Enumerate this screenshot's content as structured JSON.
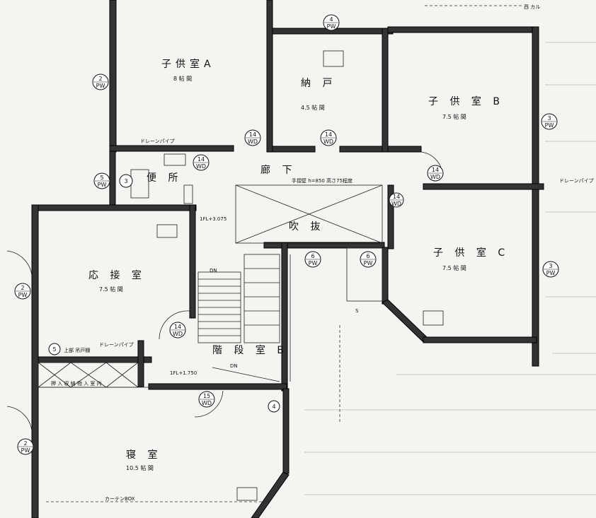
{
  "rooms": {
    "child_a": {
      "name": "子供室A",
      "size": "8 帖 間"
    },
    "storage": {
      "name": "納 戸",
      "size": "4.5 帖 間"
    },
    "child_b": {
      "name": "子 供 室 B",
      "size": "7.5 帖 間"
    },
    "corridor": {
      "name": "廊 下"
    },
    "toilet": {
      "name": "便 所"
    },
    "void": {
      "name": "吹 抜"
    },
    "child_c": {
      "name": "子 供 室 C",
      "size": "7.5 帖 間"
    },
    "reception": {
      "name": "応 接 室",
      "size": "7.5 帖 間"
    },
    "stair_b": {
      "name": "階 段 室 B"
    },
    "bedroom": {
      "name": "寝 室",
      "size": "10.5 帖 間"
    }
  },
  "notes": {
    "drain_pipe_1": "ドレーンパイプ",
    "drain_pipe_2": "ドレーンパイプ",
    "drain_pipe_3": "ドレーンパイプ",
    "level_1": "1FL+3.075",
    "level_2": "1FL+1.750",
    "corridor_note": "手摺壁 h=850 高さ75程度",
    "closet_top": "上部 吊戸棚",
    "closet_row": "押 入  収 納 物 入  室 内",
    "curtain_box": "カーテンBOX",
    "top_right": "西 カル",
    "dn_1": "DN",
    "dn_2": "DN",
    "up_mark": "S"
  },
  "markers": [
    {
      "num": "2",
      "code": "PW"
    },
    {
      "num": "4",
      "code": "PW"
    },
    {
      "num": "3",
      "code": "PW"
    },
    {
      "num": "14",
      "code": "WD"
    },
    {
      "num": "14",
      "code": "WD"
    },
    {
      "num": "14",
      "code": "WD"
    },
    {
      "num": "5",
      "code": "PW"
    },
    {
      "num": "3",
      "code": ""
    },
    {
      "num": "14",
      "code": "WD"
    },
    {
      "num": "6",
      "code": "PW"
    },
    {
      "num": "6",
      "code": "PW"
    },
    {
      "num": "3",
      "code": "PW"
    },
    {
      "num": "2",
      "code": "PW"
    },
    {
      "num": "14",
      "code": "WD"
    },
    {
      "num": "5",
      "code": ""
    },
    {
      "num": "15",
      "code": "WD"
    },
    {
      "num": "4",
      "code": ""
    },
    {
      "num": "2",
      "code": "PW"
    },
    {
      "num": "14",
      "code": "WD"
    }
  ]
}
